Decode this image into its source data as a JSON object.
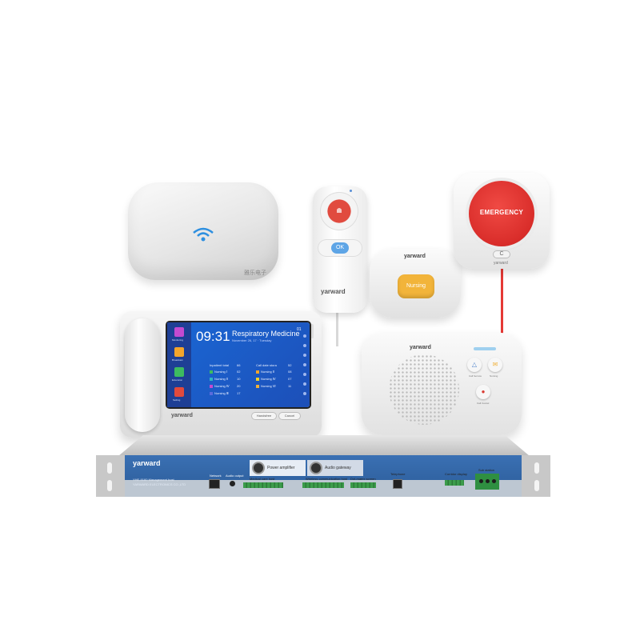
{
  "router": {
    "brand": "雅乐电子",
    "icon": "wifi-icon"
  },
  "handset": {
    "brand": "yarward",
    "blue_button_label": "OK"
  },
  "nursing_button": {
    "brand": "yarward",
    "label": "Nursing"
  },
  "emergency": {
    "label": "EMERGENCY",
    "cancel_label": "C",
    "brand": "yarward"
  },
  "terminal": {
    "time": "09:31",
    "department": "Respiratory Medicine",
    "date": "November 26, 17 · Tuesday",
    "number": "01",
    "side_menu": [
      "Monitoring",
      "Broadcast",
      "Extension",
      "Setting"
    ],
    "columns": [
      "Inpatient total",
      "Call date stora"
    ],
    "col1_totals": "66",
    "col2_totals": "52",
    "rows_left": [
      {
        "label": "Nursing Ⅰ",
        "value": "02"
      },
      {
        "label": "Nursing Ⅱ",
        "value": "10"
      },
      {
        "label": "Nursing Ⅳ",
        "value": "20"
      },
      {
        "label": "Nursing Ⅲ",
        "value": "17"
      }
    ],
    "rows_right": [
      {
        "label": "Nursing Ⅱ",
        "value": "08"
      },
      {
        "label": "Nursing Ⅳ",
        "value": "07"
      },
      {
        "label": "Nursing Ⅵ",
        "value": "11"
      }
    ],
    "brand": "yarward",
    "buttons": {
      "handsfree": "Handsfree",
      "cancel": "Cancel"
    }
  },
  "speaker": {
    "brand": "yarward",
    "buttons": [
      "Call Service",
      "Nursing",
      "Call Cancel"
    ]
  },
  "rack": {
    "brand": "yarward",
    "model": "YHE-9160 Management host",
    "maker": "YARWARD ELECTRONICS CO.,LTD",
    "power_amplifier": "Power amplifier",
    "audio_gateway": "Audio gateway",
    "ports": {
      "network": "Network",
      "audio_output": "Audio output",
      "medical_care_host": "Medical care host",
      "wireless_host": "Wireless communication host",
      "dot_matrix": "Dot-matrix screen",
      "telephone": "Telephone",
      "corridor_display": "Corridor display",
      "sub_station": "Sub station"
    }
  },
  "colors": {
    "rack_blue": "#2f64a6",
    "emergency_red": "#e0332f",
    "nursing_yellow": "#f2b43a",
    "screen_blue": "#1a67d4"
  }
}
